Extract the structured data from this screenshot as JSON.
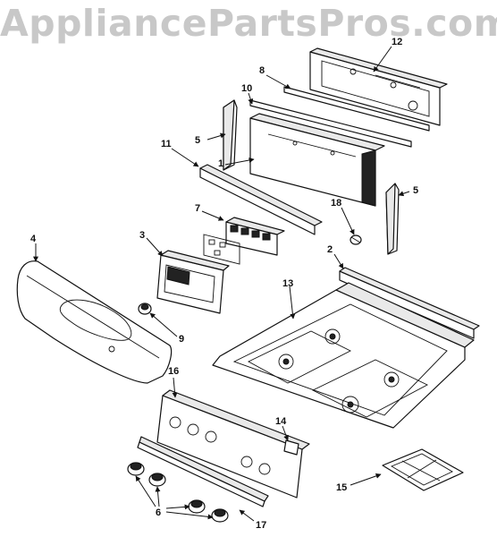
{
  "watermark": "AppliancePartsPros.com",
  "callouts": {
    "c1": "1",
    "c2": "2",
    "c3": "3",
    "c4": "4",
    "c5a": "5",
    "c5b": "5",
    "c6": "6",
    "c7": "7",
    "c8": "8",
    "c9": "9",
    "c10": "10",
    "c11": "11",
    "c12": "12",
    "c13": "13",
    "c14": "14",
    "c15": "15",
    "c16": "16",
    "c17": "17",
    "c18": "18"
  }
}
